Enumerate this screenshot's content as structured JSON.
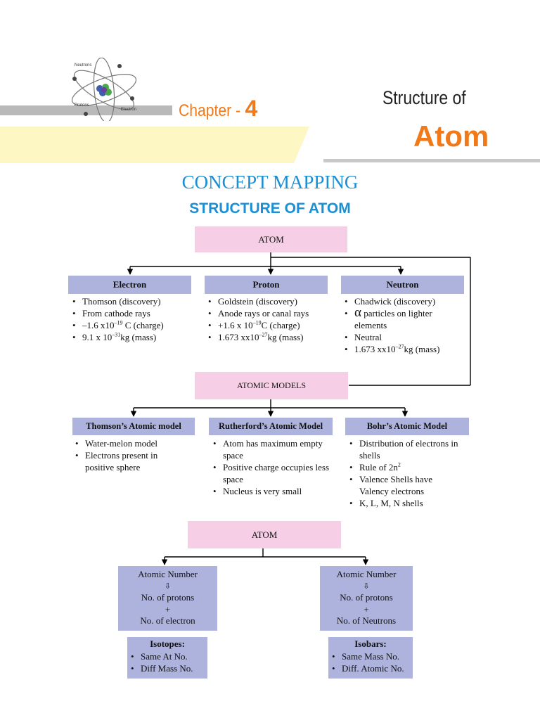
{
  "header": {
    "logo_labels": {
      "neutrons": "Neutrons",
      "protons": "Protons",
      "electron": "Electron"
    },
    "chapter_label": "Chapter -",
    "chapter_number": "4",
    "title_line1": "Structure of",
    "title_line2": "Atom"
  },
  "colors": {
    "orange": "#f07a1a",
    "blue": "#1b8ed4",
    "pink": "#f6cfe6",
    "lavender": "#aeb3de",
    "yellow": "#fdf7c4"
  },
  "heading": {
    "main": "CONCEPT MAPPING",
    "sub": "STRUCTURE OF ATOM"
  },
  "section1": {
    "root": "ATOM",
    "electron": {
      "label": "Electron",
      "items": [
        {
          "text": "Thomson (discovery)"
        },
        {
          "text": "From cathode rays"
        },
        {
          "pre": "–1.6 x10",
          "sup": "–19",
          "post": " C (charge)"
        },
        {
          "pre": "9.1 x 10",
          "sup": "–31",
          "post": "kg (mass)"
        }
      ]
    },
    "proton": {
      "label": "Proton",
      "items": [
        {
          "text": "Goldstein (discovery)"
        },
        {
          "text": "Anode rays or canal rays"
        },
        {
          "pre": "+1.6 x 10",
          "sup": "–19",
          "post": "C (charge)"
        },
        {
          "pre": "1.673 xx10",
          "sup": "–27",
          "post": "kg (mass)"
        }
      ]
    },
    "neutron": {
      "label": "Neutron",
      "items": [
        {
          "text": "Chadwick (discovery)"
        },
        {
          "alpha": "α",
          "text": "particles on lighter elements"
        },
        {
          "text": "Neutral"
        },
        {
          "pre": "1.673 xx10",
          "sup": "–27",
          "post": "kg (mass)"
        }
      ]
    }
  },
  "section2": {
    "root": "ATOMIC MODELS",
    "thomson": {
      "label": "Thomson’s Atomic model",
      "items": [
        "Water-melon model",
        "Electrons present in positive sphere"
      ]
    },
    "rutherford": {
      "label": "Rutherford’s Atomic Model",
      "items": [
        "Atom has maximum empty space",
        "Positive charge occupies less space",
        "Nucleus is very small"
      ]
    },
    "bohr": {
      "label": "Bohr’s Atomic Model",
      "items": [
        {
          "text": "Distribution of electrons in shells"
        },
        {
          "pre": "Rule of 2n",
          "sup": "2"
        },
        {
          "text": "Valence Shells have Valency electrons"
        },
        {
          "text": "K, L, M, N shells"
        }
      ]
    }
  },
  "section3": {
    "root": "ATOM",
    "left": {
      "lines": [
        "Atomic Number",
        "⇩",
        "No. of protons",
        "+",
        "No. of electron"
      ]
    },
    "right": {
      "lines": [
        "Atomic Number",
        "⇩",
        "No. of protons",
        "+",
        "No. of Neutrons"
      ]
    },
    "isotopes": {
      "title": "Isotopes:",
      "items": [
        "Same At No.",
        "Diff Mass No."
      ]
    },
    "isobars": {
      "title": "Isobars:",
      "items": [
        "Same Mass No.",
        "Diff. Atomic No."
      ]
    }
  }
}
